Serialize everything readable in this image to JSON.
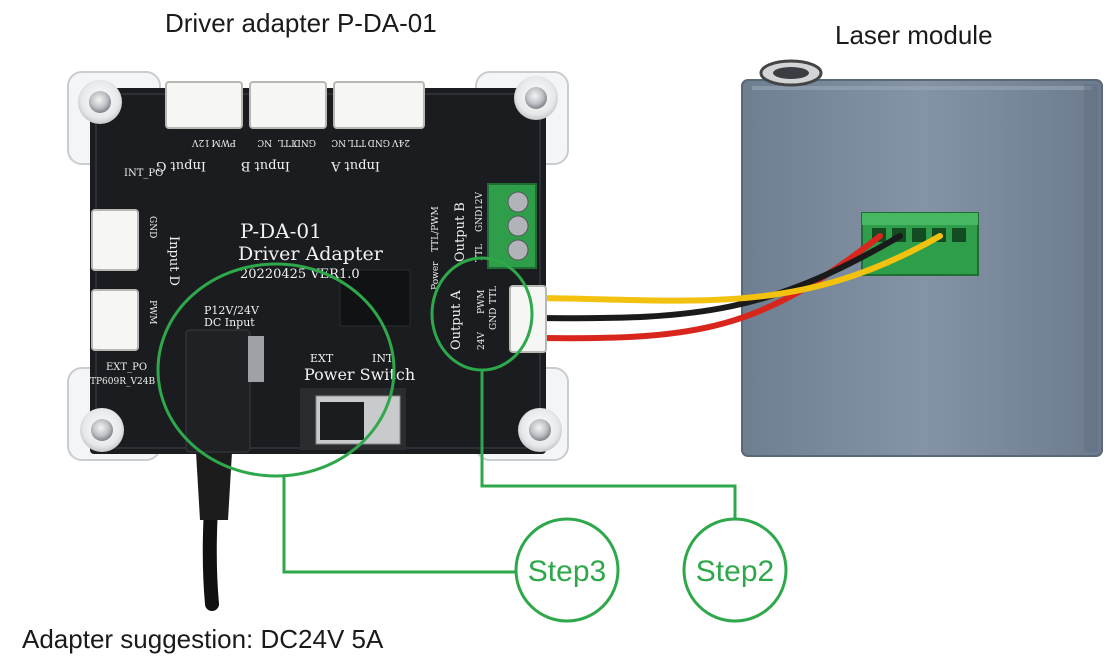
{
  "titles": {
    "driver_adapter": "Driver adapter P-DA-01",
    "laser_module": "Laser module",
    "adapter_suggestion": "Adapter suggestion: DC24V 5A"
  },
  "board": {
    "model": "P-DA-01",
    "name": "Driver Adapter",
    "version": "20220425 VER1.0",
    "input_g": "Input G",
    "input_b": "Input B",
    "input_a": "Input A",
    "input_d": "Input D",
    "output_a": "Output A",
    "output_b": "Output B",
    "int_po": "INT_PO",
    "ext_po": "EXT_PO",
    "dc_input_line1": "P12V/24V",
    "dc_input_line2": "DC Input",
    "switch_ext": "EXT",
    "switch_int": "INT",
    "power_switch": "Power Switch",
    "pwm": "PWM",
    "v12": "12V",
    "v24": "24V",
    "gnd": "GND",
    "ttl": "TTL",
    "nc": "NC",
    "ttl_pwm": "TTL/PWM",
    "power": "Power",
    "edge_mark": "TP609R_V24B"
  },
  "steps": {
    "step2": "Step2",
    "step3": "Step3"
  },
  "colors": {
    "annotation_green": "#2ea84a",
    "pcb_black": "#1a1c1f",
    "laser_body": "#7d8c9e",
    "terminal_green": "#2f9e4a",
    "wire_red": "#d8261c",
    "wire_black": "#1a1a1a",
    "wire_yellow": "#f2c20f"
  }
}
